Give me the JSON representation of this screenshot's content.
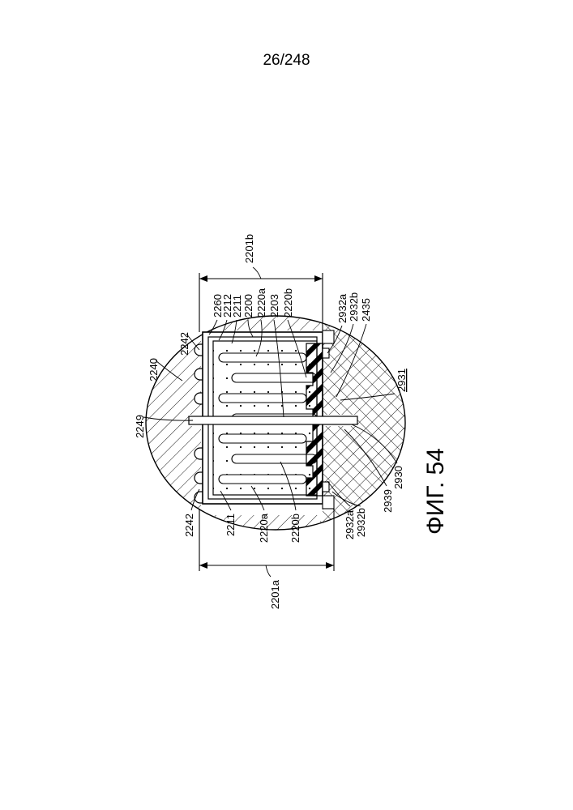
{
  "page_number": "26/248",
  "figure_caption": "ФИГ. 54",
  "labels": {
    "l2201b": "2201b",
    "l2201a": "2201a",
    "l2260": "2260",
    "l2212": "2212",
    "l2211_top": "2211",
    "l2200": "2200",
    "l2220a_top": "2220a",
    "l2203": "2203",
    "l2220b_top": "2220b",
    "l2932a_top": "2932a",
    "l2932b_top": "2932b",
    "l2435": "2435",
    "l2931": "2931",
    "l2930": "2930",
    "l2939": "2939",
    "l2932b_bot": "2932b",
    "l2932a_bot": "2932a",
    "l2220b_bot": "2220b",
    "l2220a_bot": "2220a",
    "l2211_bot": "2211",
    "l2242_bot": "2242",
    "l2249": "2249",
    "l2240": "2240",
    "l2242_top": "2242"
  }
}
